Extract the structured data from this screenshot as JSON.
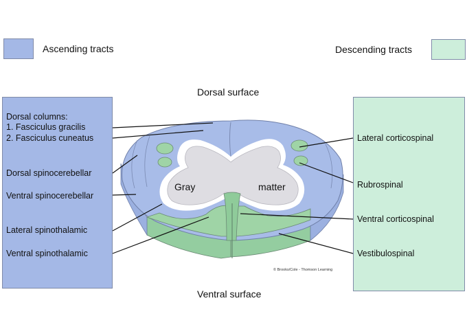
{
  "legend": {
    "ascending_label": "Ascending tracts",
    "descending_label": "Descending tracts"
  },
  "colors": {
    "ascending": "#a4b8e6",
    "descending": "#cdeedb",
    "tract_green": "#9fd4a6",
    "gray_matter": "#dedde2",
    "white_outline": "#ffffff",
    "line": "#111111"
  },
  "surfaces": {
    "dorsal": "Dorsal surface",
    "ventral": "Ventral surface"
  },
  "ascending": {
    "dorsal_columns_title": "Dorsal columns:",
    "gracilis": "1. Fasciculus gracilis",
    "cuneatus": "2. Fasciculus cuneatus",
    "dorsal_spinocerebellar": "Dorsal spinocerebellar",
    "ventral_spinocerebellar": "Ventral spinocerebellar",
    "lateral_spinothalamic": "Lateral spinothalamic",
    "ventral_spinothalamic": "Ventral spinothalamic"
  },
  "descending": {
    "lateral_corticospinal": "Lateral corticospinal",
    "rubrospinal": "Rubrospinal",
    "ventral_corticospinal": "Ventral corticospinal",
    "vestibulospinal": "Vestibulospinal"
  },
  "gray_matter": {
    "left_word": "Gray",
    "right_word": "matter"
  },
  "copyright": "© Brooks/Cole - Thomson Learning"
}
